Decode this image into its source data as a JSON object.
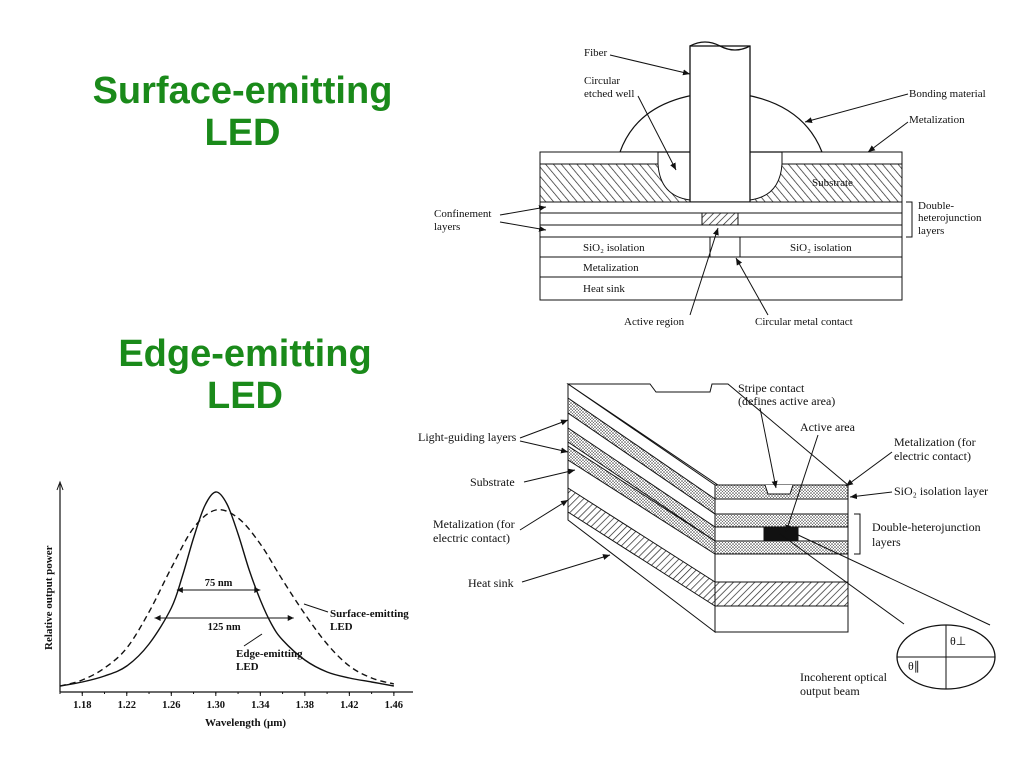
{
  "slide": {
    "title1_line1": "Surface-emitting",
    "title1_line2": "LED",
    "title2_line1": "Edge-emitting",
    "title2_line2": "LED",
    "accent_color": "#1a8a1a"
  },
  "surface_diagram": {
    "fiber": "Fiber",
    "well_1": "Circular",
    "well_2": "etched well",
    "bonding": "Bonding material",
    "metalization_top": "Metalization",
    "substrate": "Substrate",
    "confine_1": "Confinement",
    "confine_2": "layers",
    "dh_1": "Double-",
    "dh_2": "heterojunction",
    "dh_3": "layers",
    "sio2_left": "SiO₂ isolation",
    "sio2_right": "SiO₂ isolation",
    "metalization_bottom": "Metalization",
    "heat_sink": "Heat sink",
    "active_region": "Active region",
    "circular_contact": "Circular metal contact"
  },
  "edge_diagram": {
    "stripe_1": "Stripe contact",
    "stripe_2": "(defines active area)",
    "active_area": "Active area",
    "light_guiding": "Light-guiding layers",
    "metal_right_1": "Metalization (for",
    "metal_right_2": "electric contact)",
    "substrate": "Substrate",
    "sio2_layer": "SiO₂ isolation layer",
    "metal_left_1": "Metalization (for",
    "metal_left_2": "electric contact)",
    "dh_1": "Double-heterojunction",
    "dh_2": "layers",
    "heat_sink": "Heat sink",
    "theta_perp": "θ⊥",
    "theta_par": "θ∥",
    "beam_1": "Incoherent optical",
    "beam_2": "output beam"
  },
  "chart_data": {
    "type": "line",
    "xlabel": "Wavelength (μm)",
    "ylabel": "Relative output power",
    "xlim": [
      1.16,
      1.47
    ],
    "ylim": [
      0,
      1.02
    ],
    "x_ticks": [
      "1.18",
      "1.22",
      "1.26",
      "1.30",
      "1.34",
      "1.38",
      "1.42",
      "1.46"
    ],
    "x_tick_values": [
      1.18,
      1.22,
      1.26,
      1.3,
      1.34,
      1.38,
      1.42,
      1.46
    ],
    "series": [
      {
        "name": "Edge-emitting LED",
        "style": "solid",
        "x": [
          1.16,
          1.18,
          1.2,
          1.22,
          1.24,
          1.26,
          1.27,
          1.28,
          1.29,
          1.3,
          1.31,
          1.32,
          1.33,
          1.34,
          1.35,
          1.36,
          1.38,
          1.4,
          1.42,
          1.44,
          1.46
        ],
        "y": [
          0.03,
          0.05,
          0.08,
          0.13,
          0.24,
          0.42,
          0.58,
          0.77,
          0.93,
          1.0,
          0.94,
          0.79,
          0.61,
          0.46,
          0.34,
          0.26,
          0.16,
          0.1,
          0.07,
          0.05,
          0.03
        ]
      },
      {
        "name": "Surface-emitting LED",
        "style": "dashed",
        "x": [
          1.16,
          1.18,
          1.2,
          1.22,
          1.24,
          1.26,
          1.28,
          1.3,
          1.32,
          1.34,
          1.36,
          1.38,
          1.4,
          1.42,
          1.44,
          1.46
        ],
        "y": [
          0.03,
          0.06,
          0.12,
          0.22,
          0.4,
          0.62,
          0.82,
          0.91,
          0.87,
          0.74,
          0.56,
          0.39,
          0.24,
          0.13,
          0.07,
          0.04
        ]
      }
    ],
    "annotations": [
      {
        "text": "75 nm",
        "x_from": 1.265,
        "x_to": 1.34,
        "y": 0.48
      },
      {
        "text": "125 nm",
        "x_from": 1.245,
        "x_to": 1.37,
        "y": 0.44
      }
    ],
    "legend_labels": {
      "surface_1": "Surface-emitting",
      "surface_2": "LED",
      "edge_1": "Edge-emitting",
      "edge_2": "LED"
    }
  }
}
